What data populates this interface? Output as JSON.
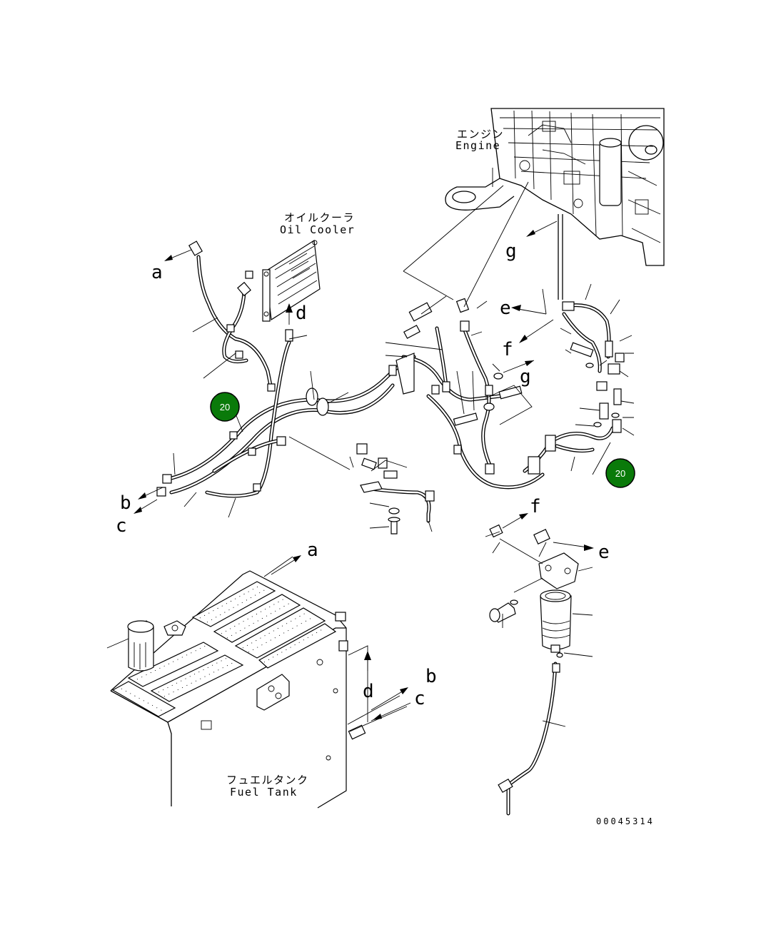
{
  "labels": {
    "engine_jp": "エンジン",
    "engine_en": "Engine",
    "oil_cooler_jp": "オイルクーラ",
    "oil_cooler_en": "Oil Cooler",
    "fuel_tank_jp": "フュエルタンク",
    "fuel_tank_en": "Fuel Tank",
    "drawing_number": "00045314"
  },
  "connection_letters": {
    "a": "a",
    "b": "b",
    "c": "c",
    "d": "d",
    "e": "e",
    "f": "f",
    "g": "g"
  },
  "badges": {
    "left": "20",
    "right": "20"
  },
  "colors": {
    "badge_fill": "#0a7a0a",
    "badge_stroke": "#000000",
    "line": "#000000",
    "background": "#ffffff"
  }
}
